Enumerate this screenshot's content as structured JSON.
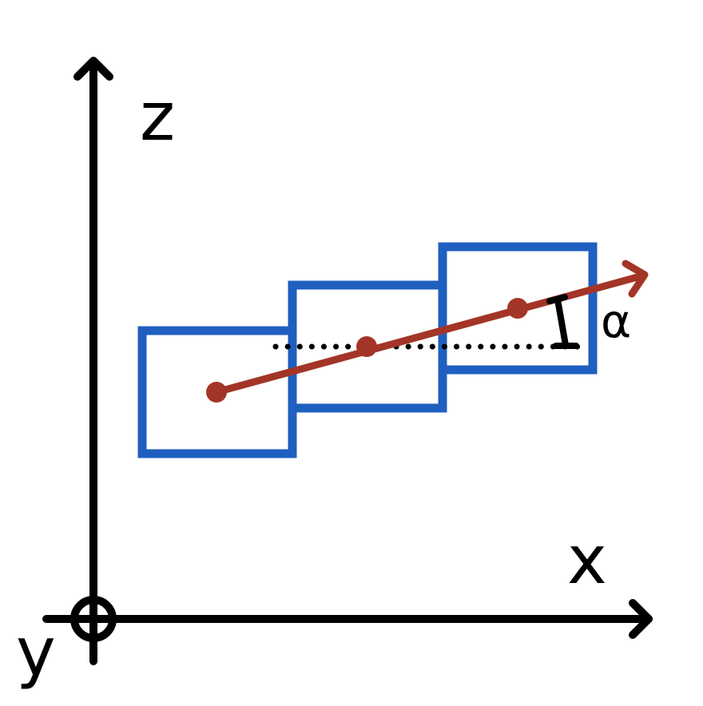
{
  "labels": {
    "z_axis": "z",
    "x_axis": "x",
    "y_axis": "y",
    "angle": "α"
  },
  "colors": {
    "axes": "#000000",
    "boxes": "#1f5fc0",
    "trajectory": "#a33527",
    "reference_line": "#000000"
  }
}
